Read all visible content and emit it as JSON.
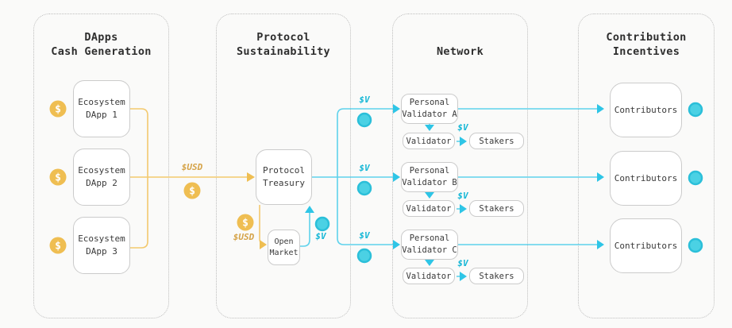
{
  "colors": {
    "bg": "#FAFAF9",
    "text": "#333333",
    "container_border": "#BDBDBD",
    "node_border": "#CBCBCB",
    "gold_line": "#F3C96E",
    "gold_strong": "#EFBE52",
    "gold_text": "#D5A348",
    "cyan_line": "#5ED2EC",
    "cyan_strong": "#2EC5E6",
    "cyan_circle_fill": "#4BD1E4",
    "cyan_circle_stroke": "#2BBFD9",
    "cyan_text": "#15B7D6"
  },
  "icons": {
    "coin_glyph": "$"
  },
  "sections": [
    {
      "title": "DApps\nCash Generation"
    },
    {
      "title": "Protocol\nSustainability"
    },
    {
      "title": "Network"
    },
    {
      "title": "Contribution\nIncentives"
    }
  ],
  "nodes": {
    "dapp1": "Ecosystem\nDApp 1",
    "dapp2": "Ecosystem\nDApp 2",
    "dapp3": "Ecosystem\nDApp 3",
    "treasury": "Protocol\nTreasury",
    "open_market": "Open\nMarket",
    "pv_a": "Personal\nValidator A",
    "pv_b": "Personal\nValidator B",
    "pv_c": "Personal\nValidator C",
    "validator_a": "Validator",
    "validator_b": "Validator",
    "validator_c": "Validator",
    "stakers_a": "Stakers",
    "stakers_b": "Stakers",
    "stakers_c": "Stakers",
    "contributors_1": "Contributors",
    "contributors_2": "Contributors",
    "contributors_3": "Contributors"
  },
  "edge_labels": {
    "usd_main": "$USD",
    "usd_market": "$USD",
    "v_market": "$V",
    "v_branch_a": "$V",
    "v_branch_b": "$V",
    "v_branch_c": "$V",
    "v_stakers_a": "$V",
    "v_stakers_b": "$V",
    "v_stakers_c": "$V"
  }
}
